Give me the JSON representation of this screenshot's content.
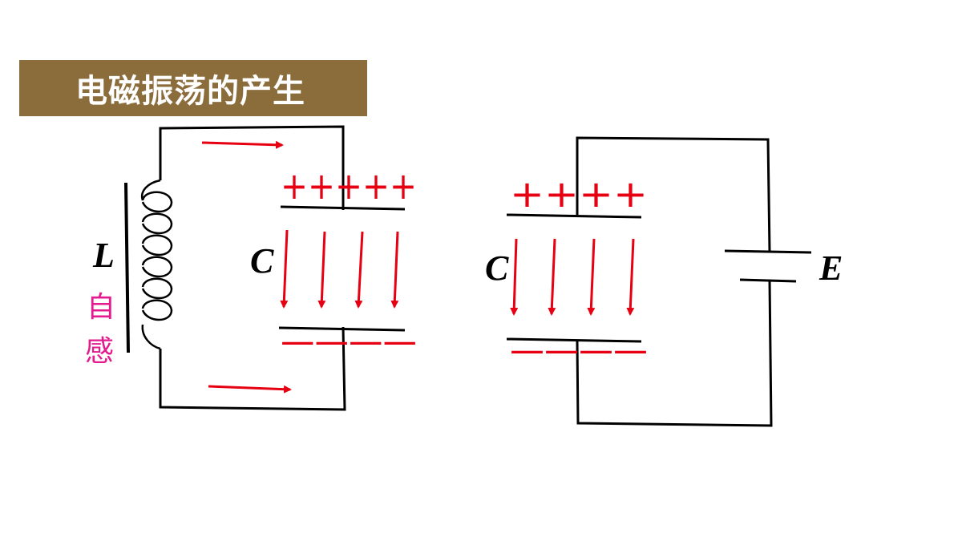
{
  "title": "电磁振荡的产生",
  "left_circuit": {
    "inductor_label": "L",
    "self_induction_chars": [
      "自",
      "感"
    ],
    "capacitor_label": "C",
    "top_plate_charge": "+++++",
    "bottom_plate_charge": "————"
  },
  "right_circuit": {
    "capacitor_label": "C",
    "top_plate_charge": "++++",
    "bottom_plate_charge": "————",
    "battery_label": "E"
  },
  "colors": {
    "title_bg": "#8b6d3c",
    "wire": "#000000",
    "arrow": "#e60012",
    "self_induction": "#e31b8e"
  },
  "icons": [
    "inductor-coil-icon",
    "capacitor-icon",
    "battery-icon",
    "current-arrow-icon",
    "field-arrow-icon"
  ]
}
